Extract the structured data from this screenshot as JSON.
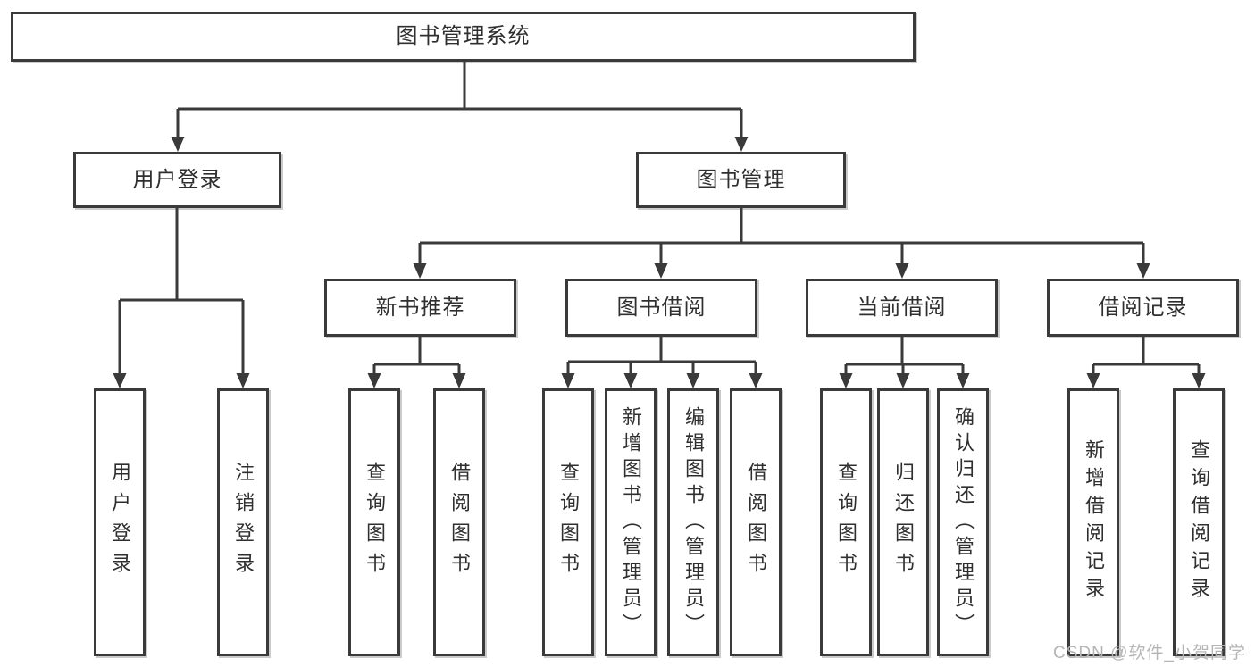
{
  "diagram": {
    "root": {
      "label": "图书管理系统"
    },
    "level2": [
      {
        "label": "用户登录"
      },
      {
        "label": "图书管理"
      }
    ],
    "level3": [
      {
        "label": "新书推荐"
      },
      {
        "label": "图书借阅"
      },
      {
        "label": "当前借阅"
      },
      {
        "label": "借阅记录"
      }
    ],
    "leaves": {
      "user_login": [
        "用户登录",
        "注销登录"
      ],
      "new_books": [
        "查询图书",
        "借阅图书"
      ],
      "book_borrow": [
        "查询图书",
        "新增图书（管理员）",
        "编辑图书（管理员）",
        "借阅图书"
      ],
      "current_borrow": [
        "查询图书",
        "归还图书",
        "确认归还（管理员）"
      ],
      "borrow_records": [
        "新增借阅记录",
        "查询借阅记录"
      ]
    }
  },
  "watermark": {
    "text": "CSDN @软件_小贺同学"
  },
  "colors": {
    "line": "#3a3a3a",
    "text": "#2f2f2f",
    "watermark": "#b5b5b5",
    "background": "#ffffff"
  }
}
